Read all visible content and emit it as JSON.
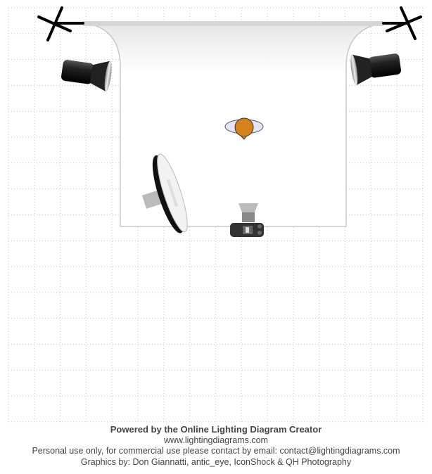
{
  "footer": {
    "powered_by": "Powered by the Online Lighting Diagram Creator",
    "website": "www.lightingdiagrams.com",
    "license": "Personal use only, for commercial use please contact by email: contact@lightingdiagrams.com",
    "credits": "Graphics by: Don Giannatti, antic_eye, IconShock & QH Photography"
  },
  "colors": {
    "subject": "#d4821c",
    "grid": "#c8c8c8"
  },
  "icons": [
    "background-stand-icon",
    "snoot-light-icon",
    "beauty-dish-icon",
    "subject-icon",
    "camera-icon"
  ]
}
